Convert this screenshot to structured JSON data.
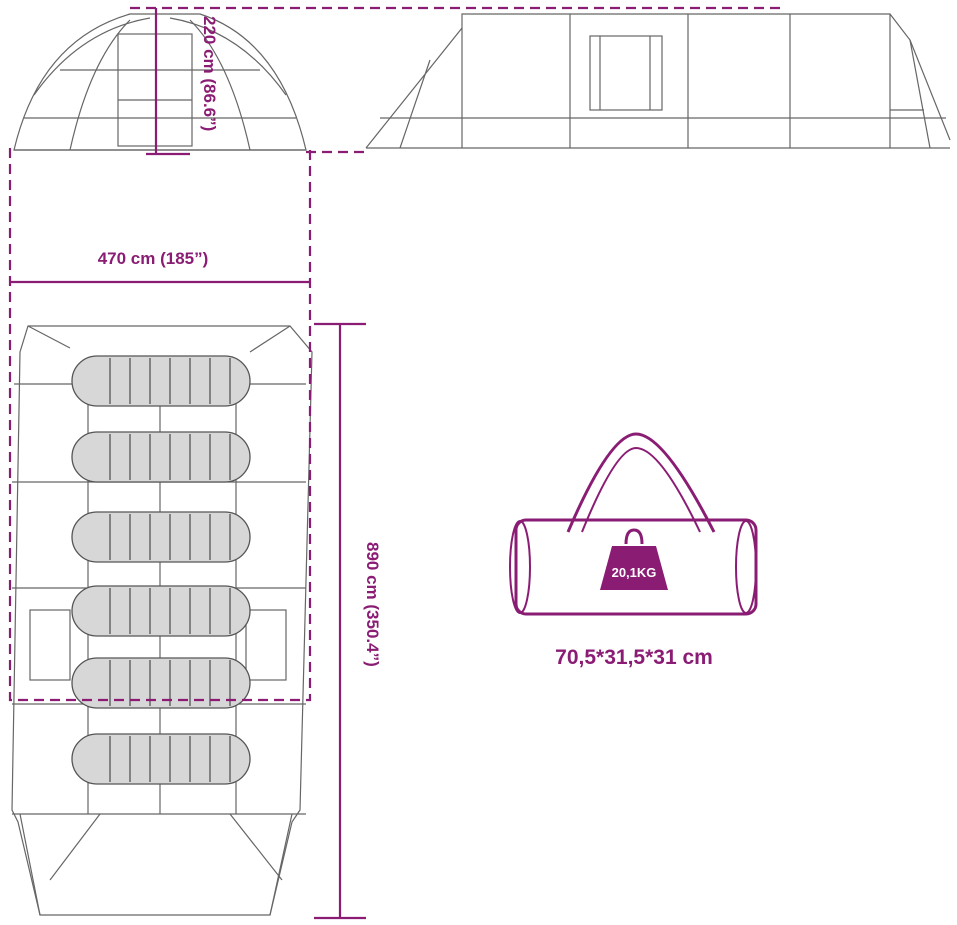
{
  "colors": {
    "accent": "#8a1c74",
    "outline": "#555555",
    "sleeping_bag_fill": "#d7d7d7",
    "weight_text": "#ffffff"
  },
  "dimensions": {
    "height": "220 cm (86.6”)",
    "width": "470 cm (185”)",
    "length": "890 cm (350.4”)"
  },
  "bag": {
    "weight": "20,1KG",
    "size": "70,5*31,5*31 cm"
  },
  "floorplan": {
    "sleeping_bag_count": 6
  }
}
